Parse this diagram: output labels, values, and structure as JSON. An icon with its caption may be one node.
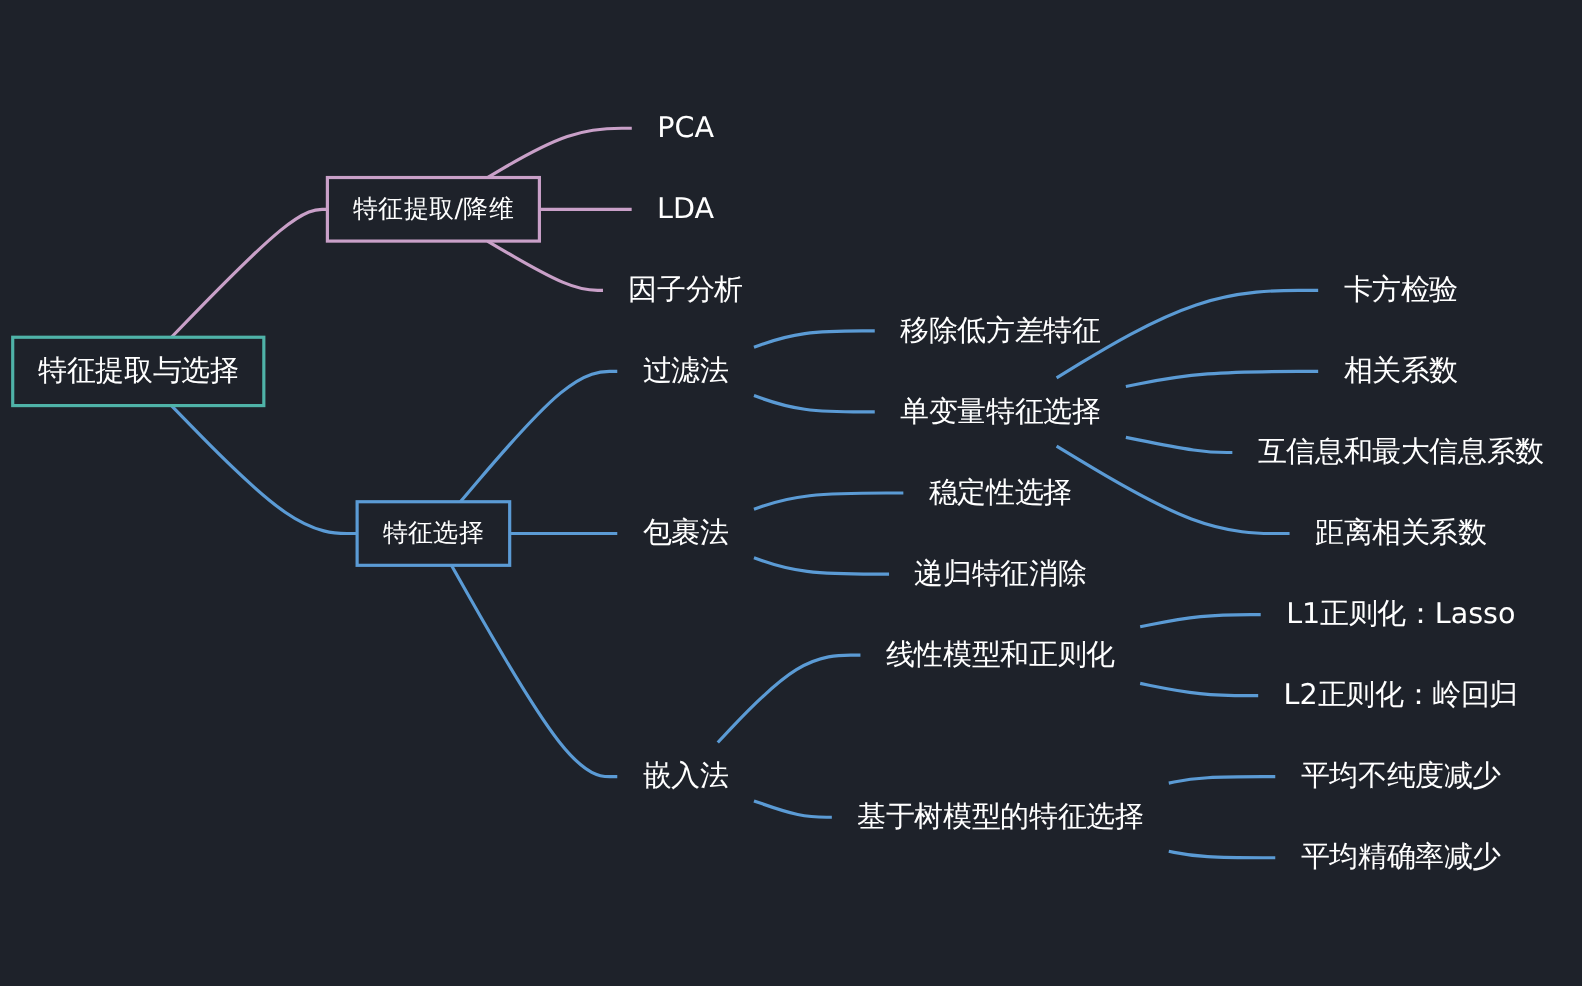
{
  "diagram": {
    "nodes": [
      {
        "text": [
          "特征提取与选择"
        ]
      },
      {
        "text": [
          "特征提取/降维"
        ]
      },
      {
        "text": [
          "PCA"
        ]
      },
      {
        "text": [
          "LDA"
        ]
      },
      {
        "text": [
          "因子分析"
        ]
      },
      {
        "text": [
          "特征选择"
        ]
      },
      {
        "text": [
          "过滤法"
        ]
      },
      {
        "text": [
          "移除低方差特征"
        ]
      },
      {
        "text": [
          "单变量特征选择"
        ]
      },
      {
        "text": [
          "卡方检验"
        ]
      },
      {
        "text": [
          "相关系数"
        ]
      },
      {
        "text": [
          "互信息和最大信息系数"
        ]
      },
      {
        "text": [
          "距离相关系数"
        ]
      },
      {
        "text": [
          "包裹法"
        ]
      },
      {
        "text": [
          "稳定性选择"
        ]
      },
      {
        "text": [
          "递归特征消除"
        ]
      },
      {
        "text": [
          "嵌入法"
        ]
      },
      {
        "text": [
          "线性模型和正则化"
        ]
      },
      {
        "text": [
          "L1正则化：Lasso"
        ]
      },
      {
        "text": [
          "L2正则化：岭回归"
        ]
      },
      {
        "text": [
          "基于树模型的特征选择"
        ]
      },
      {
        "text": [
          "平均不纯度减少"
        ]
      },
      {
        "text": [
          "平均精确率减少"
        ]
      }
    ],
    "edges": [
      {
        "from": 0,
        "to": 1,
        "arrow": "none",
        "color": "#c9a0c8"
      },
      {
        "from": 1,
        "to": 2,
        "arrow": "none",
        "color": "#c9a0c8"
      },
      {
        "from": 1,
        "to": 3,
        "arrow": "none",
        "color": "#c9a0c8"
      },
      {
        "from": 1,
        "to": 4,
        "arrow": "none",
        "color": "#c9a0c8"
      },
      {
        "from": 0,
        "to": 5,
        "arrow": "none"
      },
      {
        "from": 5,
        "to": 6,
        "arrow": "none"
      },
      {
        "from": 6,
        "to": 7,
        "arrow": "none"
      },
      {
        "from": 6,
        "to": 8,
        "arrow": "none"
      },
      {
        "from": 8,
        "to": 9,
        "arrow": "none"
      },
      {
        "from": 8,
        "to": 10,
        "arrow": "none"
      },
      {
        "from": 8,
        "to": 11,
        "arrow": "none"
      },
      {
        "from": 8,
        "to": 12,
        "arrow": "none"
      },
      {
        "from": 5,
        "to": 13,
        "arrow": "none"
      },
      {
        "from": 13,
        "to": 14,
        "arrow": "none"
      },
      {
        "from": 13,
        "to": 15,
        "arrow": "none"
      },
      {
        "from": 5,
        "to": 16,
        "arrow": "none"
      },
      {
        "from": 16,
        "to": 17,
        "arrow": "none"
      },
      {
        "from": 17,
        "to": 18,
        "arrow": "none"
      },
      {
        "from": 17,
        "to": 19,
        "arrow": "none"
      },
      {
        "from": 16,
        "to": 20,
        "arrow": "none"
      },
      {
        "from": 20,
        "to": 21,
        "arrow": "none"
      },
      {
        "from": 20,
        "to": 22,
        "arrow": "none"
      }
    ]
  }
}
